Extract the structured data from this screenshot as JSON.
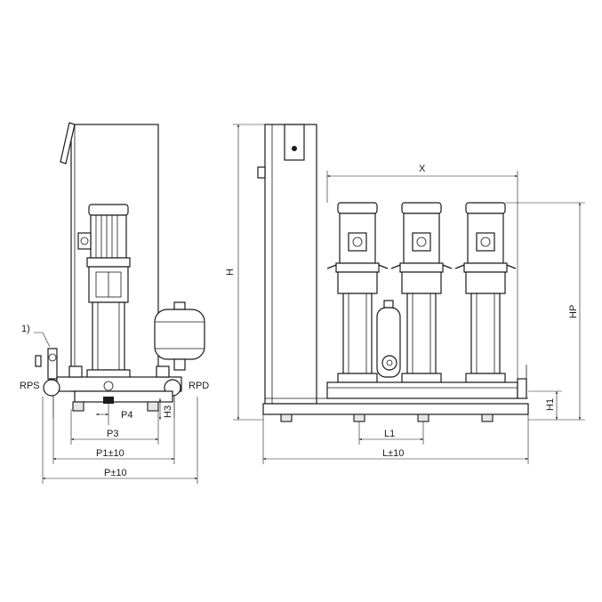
{
  "side_view": {
    "labels": {
      "callout": "1)",
      "rps": "RPS",
      "rpd": "RPD",
      "p4": "P4",
      "h3": "H3",
      "p3": "P3",
      "p1": "P1±10",
      "p": "P±10"
    }
  },
  "front_view": {
    "labels": {
      "h": "H",
      "x": "X",
      "hp": "HP",
      "h1": "H1",
      "l1": "L1",
      "l": "L±10"
    }
  }
}
